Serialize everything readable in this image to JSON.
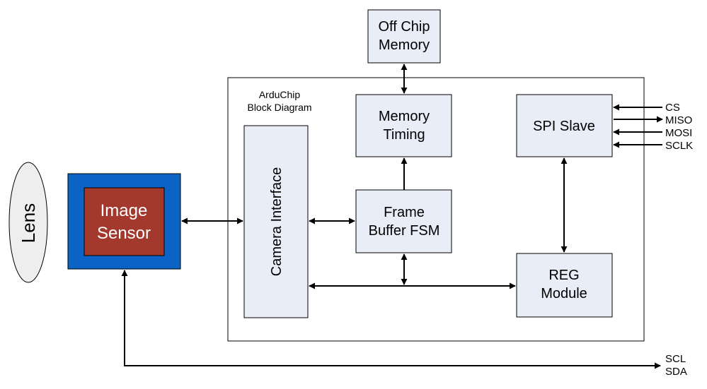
{
  "blocks": {
    "off_chip_memory": [
      "Off Chip",
      "Memory"
    ],
    "arduchip_label": [
      "ArduChip",
      "Block Diagram"
    ],
    "memory_timing": [
      "Memory",
      "Timing"
    ],
    "spi_slave": "SPI Slave",
    "camera_interface": "Camera Interface",
    "frame_buffer_fsm": [
      "Frame",
      "Buffer FSM"
    ],
    "reg_module": [
      "REG",
      "Module"
    ],
    "lens": "Lens",
    "image_sensor": [
      "Image",
      "Sensor"
    ]
  },
  "signals": {
    "spi": [
      "CS",
      "MISO",
      "MOSI",
      "SCLK"
    ],
    "i2c": [
      "SCL",
      "SDA"
    ]
  },
  "colors": {
    "block_fill": "#e8edf7",
    "sensor_outer": "#0b63c5",
    "sensor_inner": "#a3382d",
    "lens_fill": "#eeeeee",
    "line": "#000000"
  }
}
